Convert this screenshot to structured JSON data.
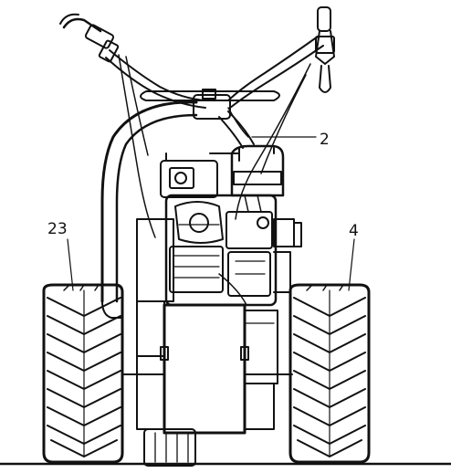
{
  "callouts": {
    "label_2": "2",
    "label_23": "23",
    "label_4": "4"
  },
  "colors": {
    "ink": "#111111",
    "paper": "#ffffff"
  }
}
